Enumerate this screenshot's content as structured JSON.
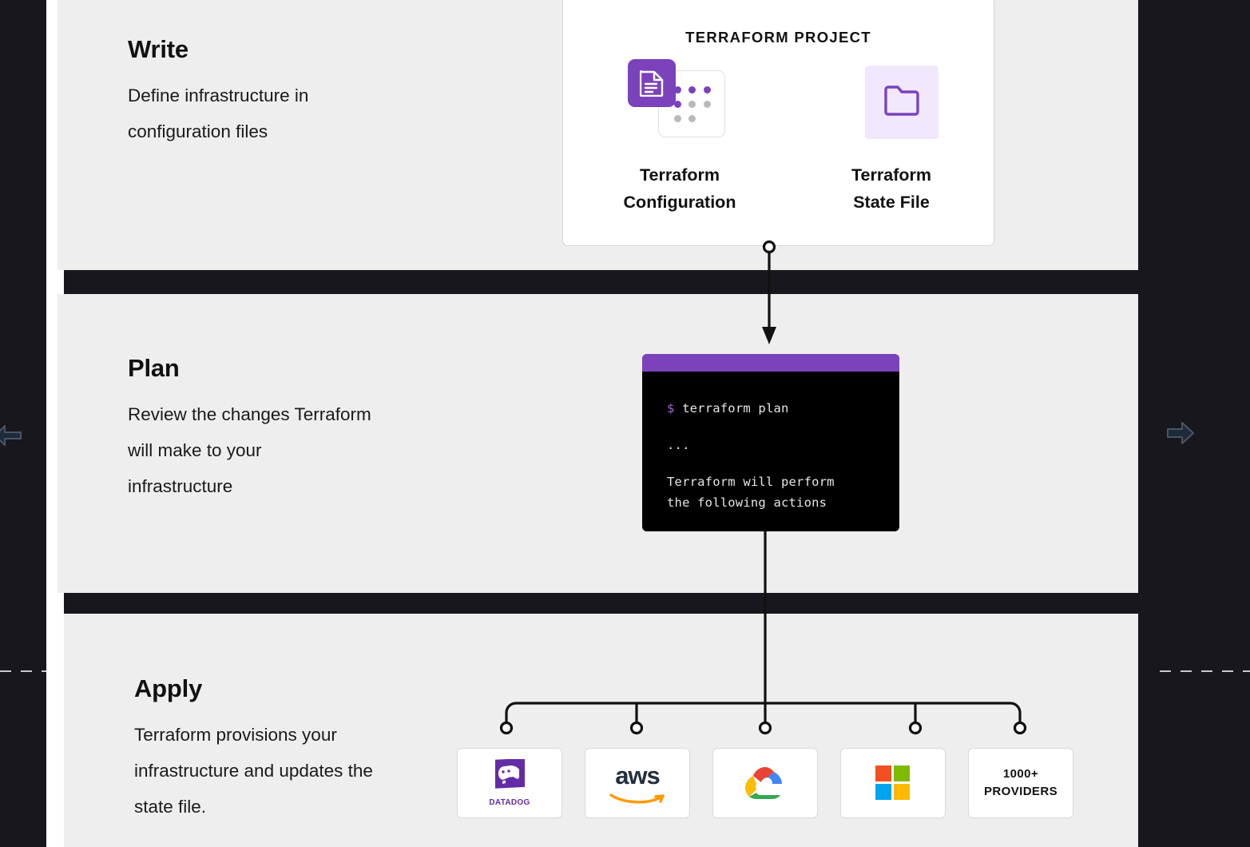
{
  "page": {
    "background_color": "#18171d",
    "panel_color": "#eeeeef",
    "accent_purple": "#7b42bc"
  },
  "nav": {
    "prev_icon": "arrow-left-icon",
    "next_icon": "arrow-right-icon"
  },
  "steps": [
    {
      "id": "write",
      "title": "Write",
      "description": "Define infrastructure in configuration files"
    },
    {
      "id": "plan",
      "title": "Plan",
      "description": "Review the changes Terraform will make to your infrastructure"
    },
    {
      "id": "apply",
      "title": "Apply",
      "description": "Terraform provisions your infrastructure and updates the state file."
    }
  ],
  "project_card": {
    "title": "TERRAFORM PROJECT",
    "assets": [
      {
        "id": "terraform-configuration",
        "label_line1": "Terraform",
        "label_line2": "Configuration",
        "icon": "document-tile-icon",
        "icon_color": "#7b42bc"
      },
      {
        "id": "terraform-state-file",
        "label_line1": "Terraform",
        "label_line2": "State File",
        "icon": "folder-icon",
        "icon_color": "#7b42bc",
        "icon_background": "#f2e8fd"
      }
    ]
  },
  "terminal": {
    "title_bar_color": "#7b42bc",
    "background_color": "#000000",
    "prompt_symbol": "$",
    "command": "terraform plan",
    "ellipsis": "...",
    "output_line1": "Terraform will perform",
    "output_line2": "the following actions"
  },
  "providers": [
    {
      "id": "datadog",
      "name": "DATADOG",
      "icon": "datadog-logo-icon",
      "color": "#632ca6"
    },
    {
      "id": "aws",
      "name": "aws",
      "icon": "aws-logo-icon",
      "color": "#232f3e"
    },
    {
      "id": "gcp",
      "name": "Google Cloud",
      "icon": "google-cloud-logo-icon",
      "color": "#4285f4"
    },
    {
      "id": "azure",
      "name": "Microsoft",
      "icon": "microsoft-logo-icon",
      "color": "#f25022"
    },
    {
      "id": "more",
      "name": "1000+ PROVIDERS",
      "label_line1": "1000+",
      "label_line2": "PROVIDERS",
      "icon": "text-badge"
    }
  ]
}
